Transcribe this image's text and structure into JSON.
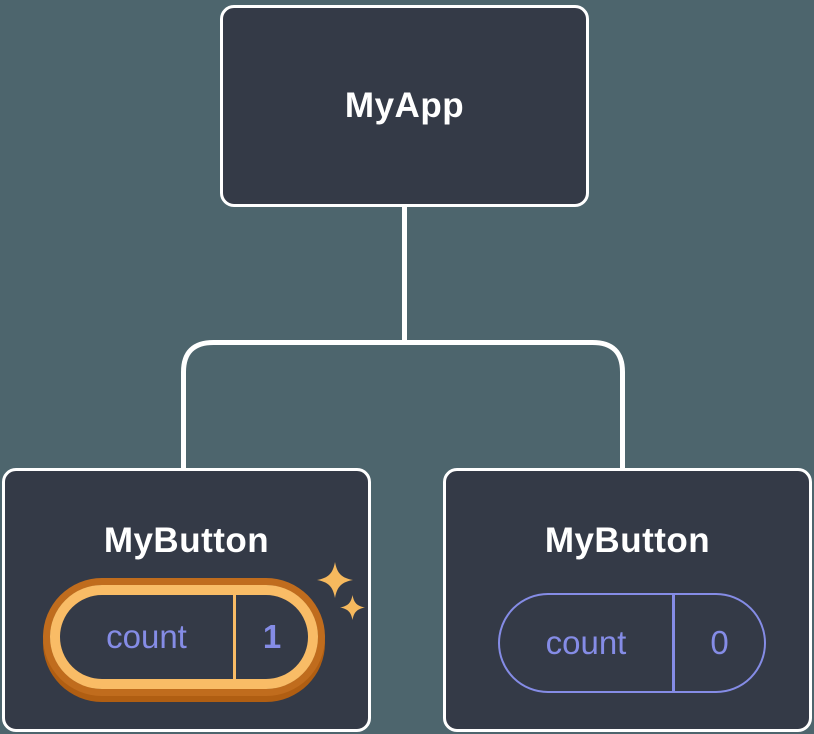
{
  "diagram": {
    "type": "component-tree",
    "background_color": "#4d656d",
    "node_fill": "#343a47",
    "node_border_color": "#ffffff",
    "connector_color": "#ffffff",
    "root": {
      "label": "MyApp"
    },
    "children": [
      {
        "label": "MyButton",
        "state_name": "count",
        "state_value": "1",
        "highlighted": true
      },
      {
        "label": "MyButton",
        "state_name": "count",
        "state_value": "0",
        "highlighted": false
      }
    ],
    "colors": {
      "state_text": "#858ce6",
      "pill_border": "#858ce6",
      "highlight_ring_outer": "#c06c1d",
      "highlight_ring_inner": "#f9bc66",
      "sparkle": "#f6b95e"
    }
  }
}
